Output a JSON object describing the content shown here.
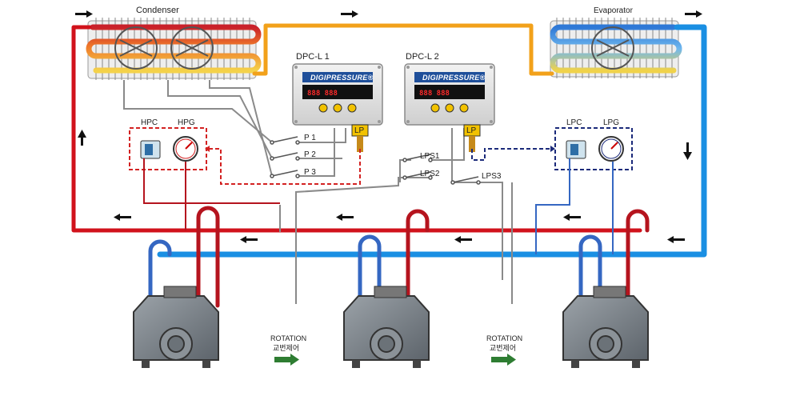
{
  "labels": {
    "condenser": "Condenser",
    "evaporator": "Evaporator",
    "dpcl1": "DPC-L 1",
    "dpcl2": "DPC-L 2",
    "brand": "DIGIPRESSURE®",
    "lp": "LP",
    "hpc": "HPC",
    "hpg": "HPG",
    "lpc": "LPC",
    "lpg": "LPG",
    "p1": "P 1",
    "p2": "P 2",
    "p3": "P 3",
    "lps1": "LPS1",
    "lps2": "LPS2",
    "lps3": "LPS3",
    "rotation": "ROTATION",
    "rotation_kr": "교번제어"
  },
  "colors": {
    "hot_pipe": "#d1121b",
    "cold_pipe": "#1a8fe3",
    "mid_pipe": "#f2a11a",
    "dark_blue_pipe": "#3567c2",
    "hp_dash": "#d32222",
    "lp_dash": "#1b2a7a",
    "arrow_green": "#2e7d32"
  },
  "icons": {
    "flow_arrow": "arrow-icon",
    "rotation_arrow": "green-arrow-icon",
    "compressor": "compressor-icon",
    "gauge": "gauge-icon"
  }
}
